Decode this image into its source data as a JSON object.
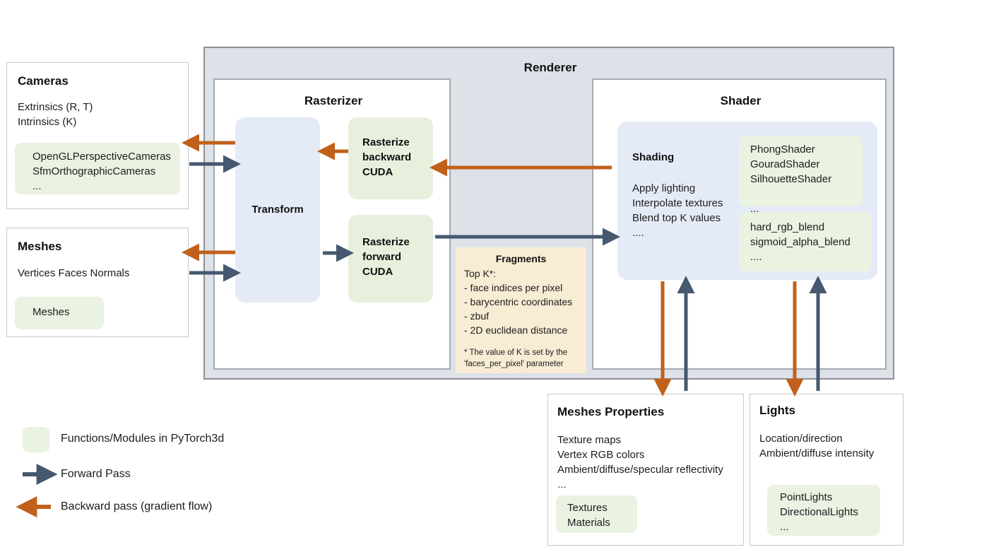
{
  "colors": {
    "forward_arrow": "#46586f",
    "backward_arrow": "#c1601b",
    "module_green": "#eaf2e2",
    "block_blue": "#e4ebf7",
    "renderer_bg": "#dde1e8",
    "fragments_bg": "#f7ecd4"
  },
  "cameras": {
    "title": "Cameras",
    "properties": "Extrinsics (R, T)\nIntrinsics (K)",
    "modules": "OpenGLPerspectiveCameras\nSfmOrthographicCameras\n..."
  },
  "meshes": {
    "title": "Meshes",
    "properties": "Vertices   Faces   Normals",
    "modules": "Meshes"
  },
  "renderer": {
    "title": "Renderer"
  },
  "rasterizer": {
    "title": "Rasterizer",
    "transform_label": "Transform",
    "backward_block": "Rasterize\nbackward\nCUDA",
    "forward_block": "Rasterize\nforward\nCUDA"
  },
  "fragments": {
    "title": "Fragments",
    "items": "Top K*:\n- face indices per pixel\n- barycentric coordinates\n- zbuf\n- 2D euclidean distance",
    "footnote": "* The value of K is set by the\n'faces_per_pixel' parameter"
  },
  "shader": {
    "title": "Shader",
    "shading_label": "Shading",
    "shading_steps": "Apply lighting\nInterpolate textures\nBlend top K values\n....",
    "shader_modules": "PhongShader\nGouradShader\nSilhouetteShader\n\n...",
    "blend_modules": "hard_rgb_blend\nsigmoid_alpha_blend\n...."
  },
  "mesh_properties": {
    "title": "Meshes Properties",
    "properties": "Texture maps\nVertex RGB colors\nAmbient/diffuse/specular reflectivity\n...",
    "modules": "Textures\nMaterials"
  },
  "lights": {
    "title": "Lights",
    "properties": "Location/direction\nAmbient/diffuse intensity",
    "modules": "PointLights\nDirectionalLights\n..."
  },
  "legend": {
    "modules_label": "Functions/Modules in PyTorch3d",
    "forward_label": "Forward Pass",
    "backward_label": "Backward pass (gradient flow)"
  }
}
